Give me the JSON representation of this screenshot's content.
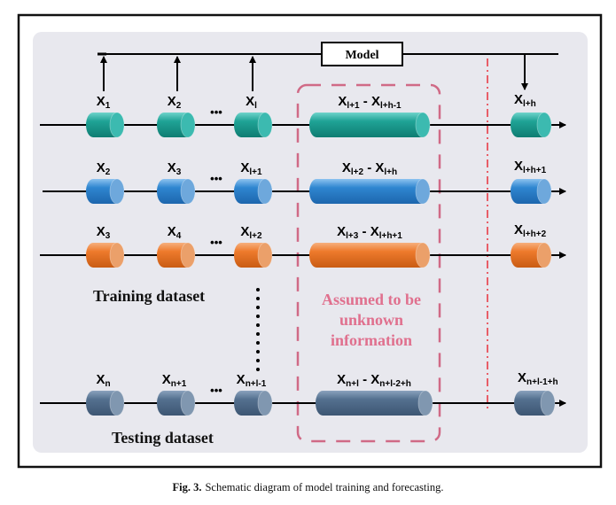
{
  "caption": {
    "label": "Fig. 3.",
    "text": "Schematic diagram of model training and forecasting."
  },
  "model_box": {
    "label": "Model"
  },
  "unknown_region": {
    "lines": [
      "Assumed to be",
      "unknown",
      "information"
    ],
    "color": "#d9607f"
  },
  "dataset_labels": {
    "training": "Training dataset",
    "testing": "Testing dataset"
  },
  "rows": [
    {
      "id": "row-1",
      "color": "teal",
      "inputs": [
        {
          "base": "X",
          "sub": "1"
        },
        {
          "base": "X",
          "sub": "2"
        },
        {
          "base": "X",
          "sub": "l"
        }
      ],
      "gap": {
        "from": {
          "base": "X",
          "sub": "l+1"
        },
        "to": {
          "base": "X",
          "sub": "l+h-1"
        }
      },
      "target": {
        "base": "X",
        "sub": "l+h"
      }
    },
    {
      "id": "row-2",
      "color": "blue",
      "inputs": [
        {
          "base": "X",
          "sub": "2"
        },
        {
          "base": "X",
          "sub": "3"
        },
        {
          "base": "X",
          "sub": "l+1"
        }
      ],
      "gap": {
        "from": {
          "base": "X",
          "sub": "l+2"
        },
        "to": {
          "base": "X",
          "sub": "l+h"
        }
      },
      "target": {
        "base": "X",
        "sub": "l+h+1"
      }
    },
    {
      "id": "row-3",
      "color": "orange",
      "inputs": [
        {
          "base": "X",
          "sub": "3"
        },
        {
          "base": "X",
          "sub": "4"
        },
        {
          "base": "X",
          "sub": "l+2"
        }
      ],
      "gap": {
        "from": {
          "base": "X",
          "sub": "l+3"
        },
        "to": {
          "base": "X",
          "sub": "l+h+1"
        }
      },
      "target": {
        "base": "X",
        "sub": "l+h+2"
      }
    },
    {
      "id": "row-4",
      "color": "slate",
      "inputs": [
        {
          "base": "X",
          "sub": "n"
        },
        {
          "base": "X",
          "sub": "n+1"
        },
        {
          "base": "X",
          "sub": "n+l-1"
        }
      ],
      "gap": {
        "from": {
          "base": "X",
          "sub": "n+l"
        },
        "to": {
          "base": "X",
          "sub": "n+l-2+h"
        }
      },
      "target": {
        "base": "X",
        "sub": "n+l-1+h"
      }
    }
  ],
  "ellipsis": "•••",
  "palette": {
    "teal": {
      "body": "#1fa396",
      "dark": "#0f7d72",
      "cap": "#3cbab0",
      "hi": "#6fd4cb"
    },
    "blue": {
      "body": "#2f86d0",
      "dark": "#1d66ad",
      "cap": "#6ea8dc",
      "hi": "#8cc2ef"
    },
    "orange": {
      "body": "#ee7a2c",
      "dark": "#c95c14",
      "cap": "#eba06a",
      "hi": "#f6b07e"
    },
    "slate": {
      "body": "#54708f",
      "dark": "#3d5673",
      "cap": "#8097b0",
      "hi": "#8aa2bd"
    }
  },
  "colors": {
    "panel_bg": "#e8e8ee",
    "forecast_divider": "#e8303c"
  }
}
